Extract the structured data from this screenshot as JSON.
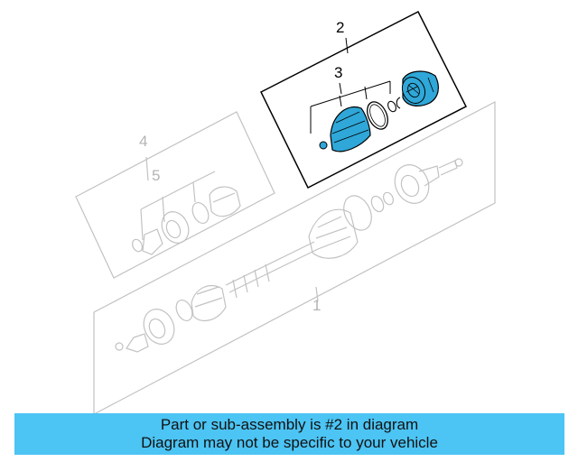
{
  "callouts": {
    "c1": "1",
    "c2": "2",
    "c3": "3",
    "c4": "4",
    "c5": "5"
  },
  "banner": {
    "line1": "Part or sub-assembly is #2 in diagram",
    "line2": "Diagram may not be specific to your vehicle"
  },
  "colors": {
    "highlight": "#2fa7d8",
    "banner_bg": "#4cc4f4",
    "ghost_line": "#c2c2c2",
    "dark_line": "#000000"
  }
}
